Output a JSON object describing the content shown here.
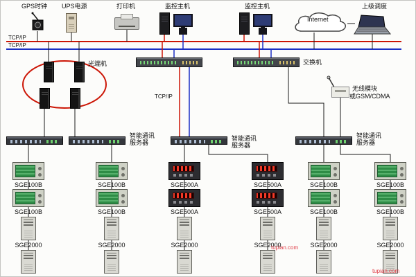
{
  "top_row": {
    "gps_label": "GPS时钟",
    "ups_label": "UPS电源",
    "printer_label": "打印机",
    "host1_label": "监控主机",
    "host2_label": "监控主机",
    "internet_label": "Internet",
    "dispatch_label": "上级调度"
  },
  "bus": {
    "tcpip_red": "TCP/IP",
    "tcpip_blue": "TCP/IP",
    "tcpip_mid": "TCP/IP"
  },
  "mid_row": {
    "optical_label": "光端机",
    "switch_label": "交换机",
    "wireless_label_line1": "无线模块",
    "wireless_label_line2": "或GSM/CDMA",
    "server_label_line1": "智能通讯",
    "server_label_line2": "服务器"
  },
  "columns": [
    {
      "meter1": "SGE100B",
      "meter2": "SGE100B",
      "tower": "SGE2000"
    },
    {
      "meter1": "SGE100B",
      "meter2": "SGE100B",
      "tower": "SGE2000"
    },
    {
      "meter1": "SGE500A",
      "meter2": "SGE500A",
      "tower": "SGE2000"
    },
    {
      "meter1": "SGE500A",
      "meter2": "SGE500A",
      "tower": "SGE2000"
    },
    {
      "meter1": "SGE100B",
      "meter2": "SGE100B",
      "tower": "SGE2000"
    },
    {
      "meter1": "SGE100B",
      "meter2": "SGE100B",
      "tower": "SGE2000"
    }
  ],
  "watermark": "tupian.com",
  "colors": {
    "bus_red": "#cc1505",
    "bus_blue": "#1b2fc4",
    "ring_red": "#cc1505"
  }
}
